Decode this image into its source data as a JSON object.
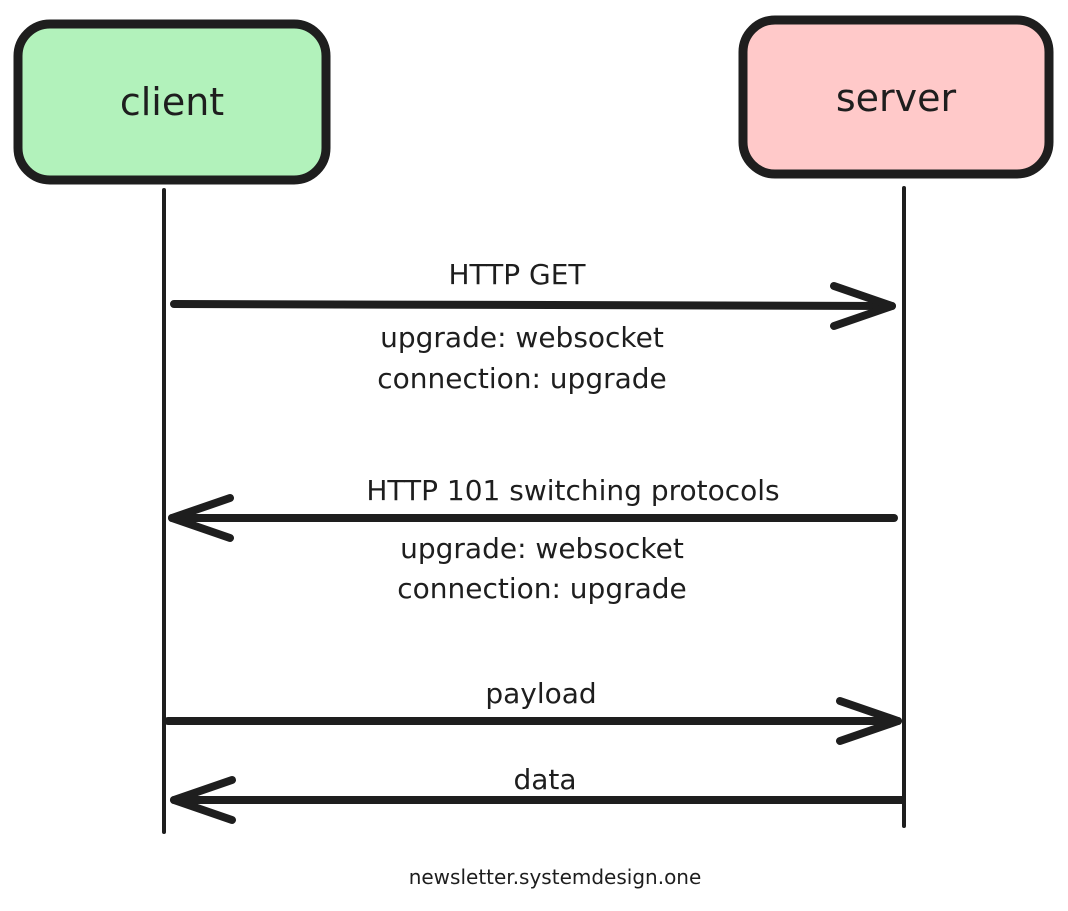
{
  "actors": {
    "client": {
      "label": "client",
      "fill": "#b2f2bb"
    },
    "server": {
      "label": "server",
      "fill": "#ffc9c9"
    }
  },
  "messages": {
    "http_get": {
      "label": "HTTP GET",
      "headers": [
        "upgrade: websocket",
        "connection: upgrade"
      ],
      "direction": "client-to-server"
    },
    "http_101": {
      "label": "HTTP 101 switching protocols",
      "headers": [
        "upgrade: websocket",
        "connection: upgrade"
      ],
      "direction": "server-to-client"
    },
    "payload": {
      "label": "payload",
      "direction": "client-to-server"
    },
    "data": {
      "label": "data",
      "direction": "server-to-client"
    }
  },
  "footer": "newsletter.systemdesign.one",
  "colors": {
    "stroke": "#1e1e1e",
    "background": "#ffffff"
  }
}
